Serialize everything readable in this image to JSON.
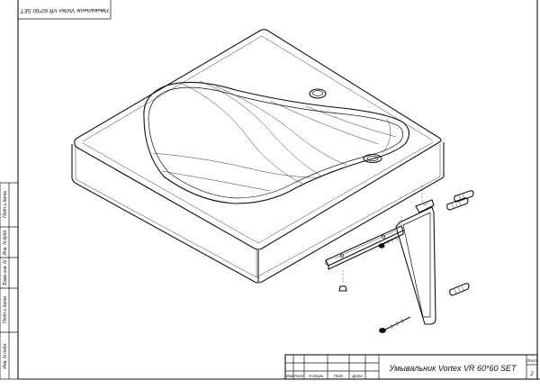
{
  "drawing": {
    "corner_stamp": "Умывальник Vortex VR 60*60 SET",
    "title": "Умывальник Vortex VR 60*60 SET",
    "sheet_label": "Лист",
    "sheet_number": "2"
  },
  "title_block": {
    "columns": [
      "Изм",
      "Лист",
      "N докум",
      "Подп",
      "Дата"
    ]
  },
  "side_stamp": {
    "fields": [
      "Подп и дата",
      "Инв. N дубл.",
      "Взам инв. N",
      "Подп и дата",
      "Инв. N подл."
    ]
  },
  "parts": [
    "washbasin",
    "basin-bowl",
    "faucet-hole",
    "drain-hole",
    "mounting-rail",
    "support-bracket",
    "wall-plug",
    "fixing-screw"
  ]
}
